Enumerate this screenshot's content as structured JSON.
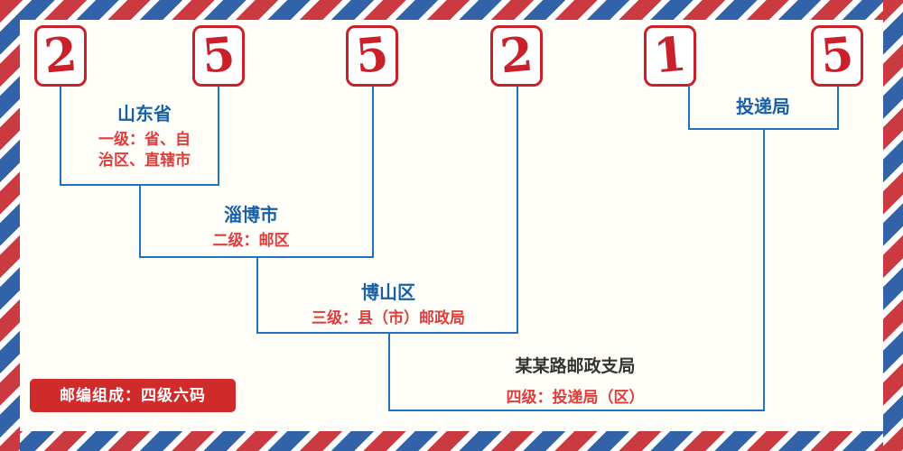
{
  "postal_code": {
    "digits": [
      "2",
      "5",
      "5",
      "2",
      "1",
      "5"
    ]
  },
  "levels": {
    "level1": {
      "title": "山东省",
      "desc_line1": "一级：省、自",
      "desc_line2": "治区、直辖市"
    },
    "level2": {
      "title": "淄博市",
      "desc": "二级：邮区"
    },
    "level3": {
      "title": "博山区",
      "desc": "三级：县（市）邮政局"
    },
    "level4": {
      "title": "某某路邮政支局",
      "desc": "四级：投递局（区）"
    },
    "delivery": {
      "title": "投递局"
    }
  },
  "badge": {
    "label": "邮编组成：四级六码"
  },
  "colors": {
    "stripe-red": "#CB3A40",
    "stripe-blue": "#3263A8",
    "digit-red": "#C9202A",
    "line-blue": "#2173BD",
    "text-blue": "#1760A8",
    "text-red": "#DF3C3C",
    "text-dark": "#333333",
    "badge-bg": "#D02B2B",
    "badge-text": "#FFFFFF",
    "background": "#FFFEF8"
  }
}
